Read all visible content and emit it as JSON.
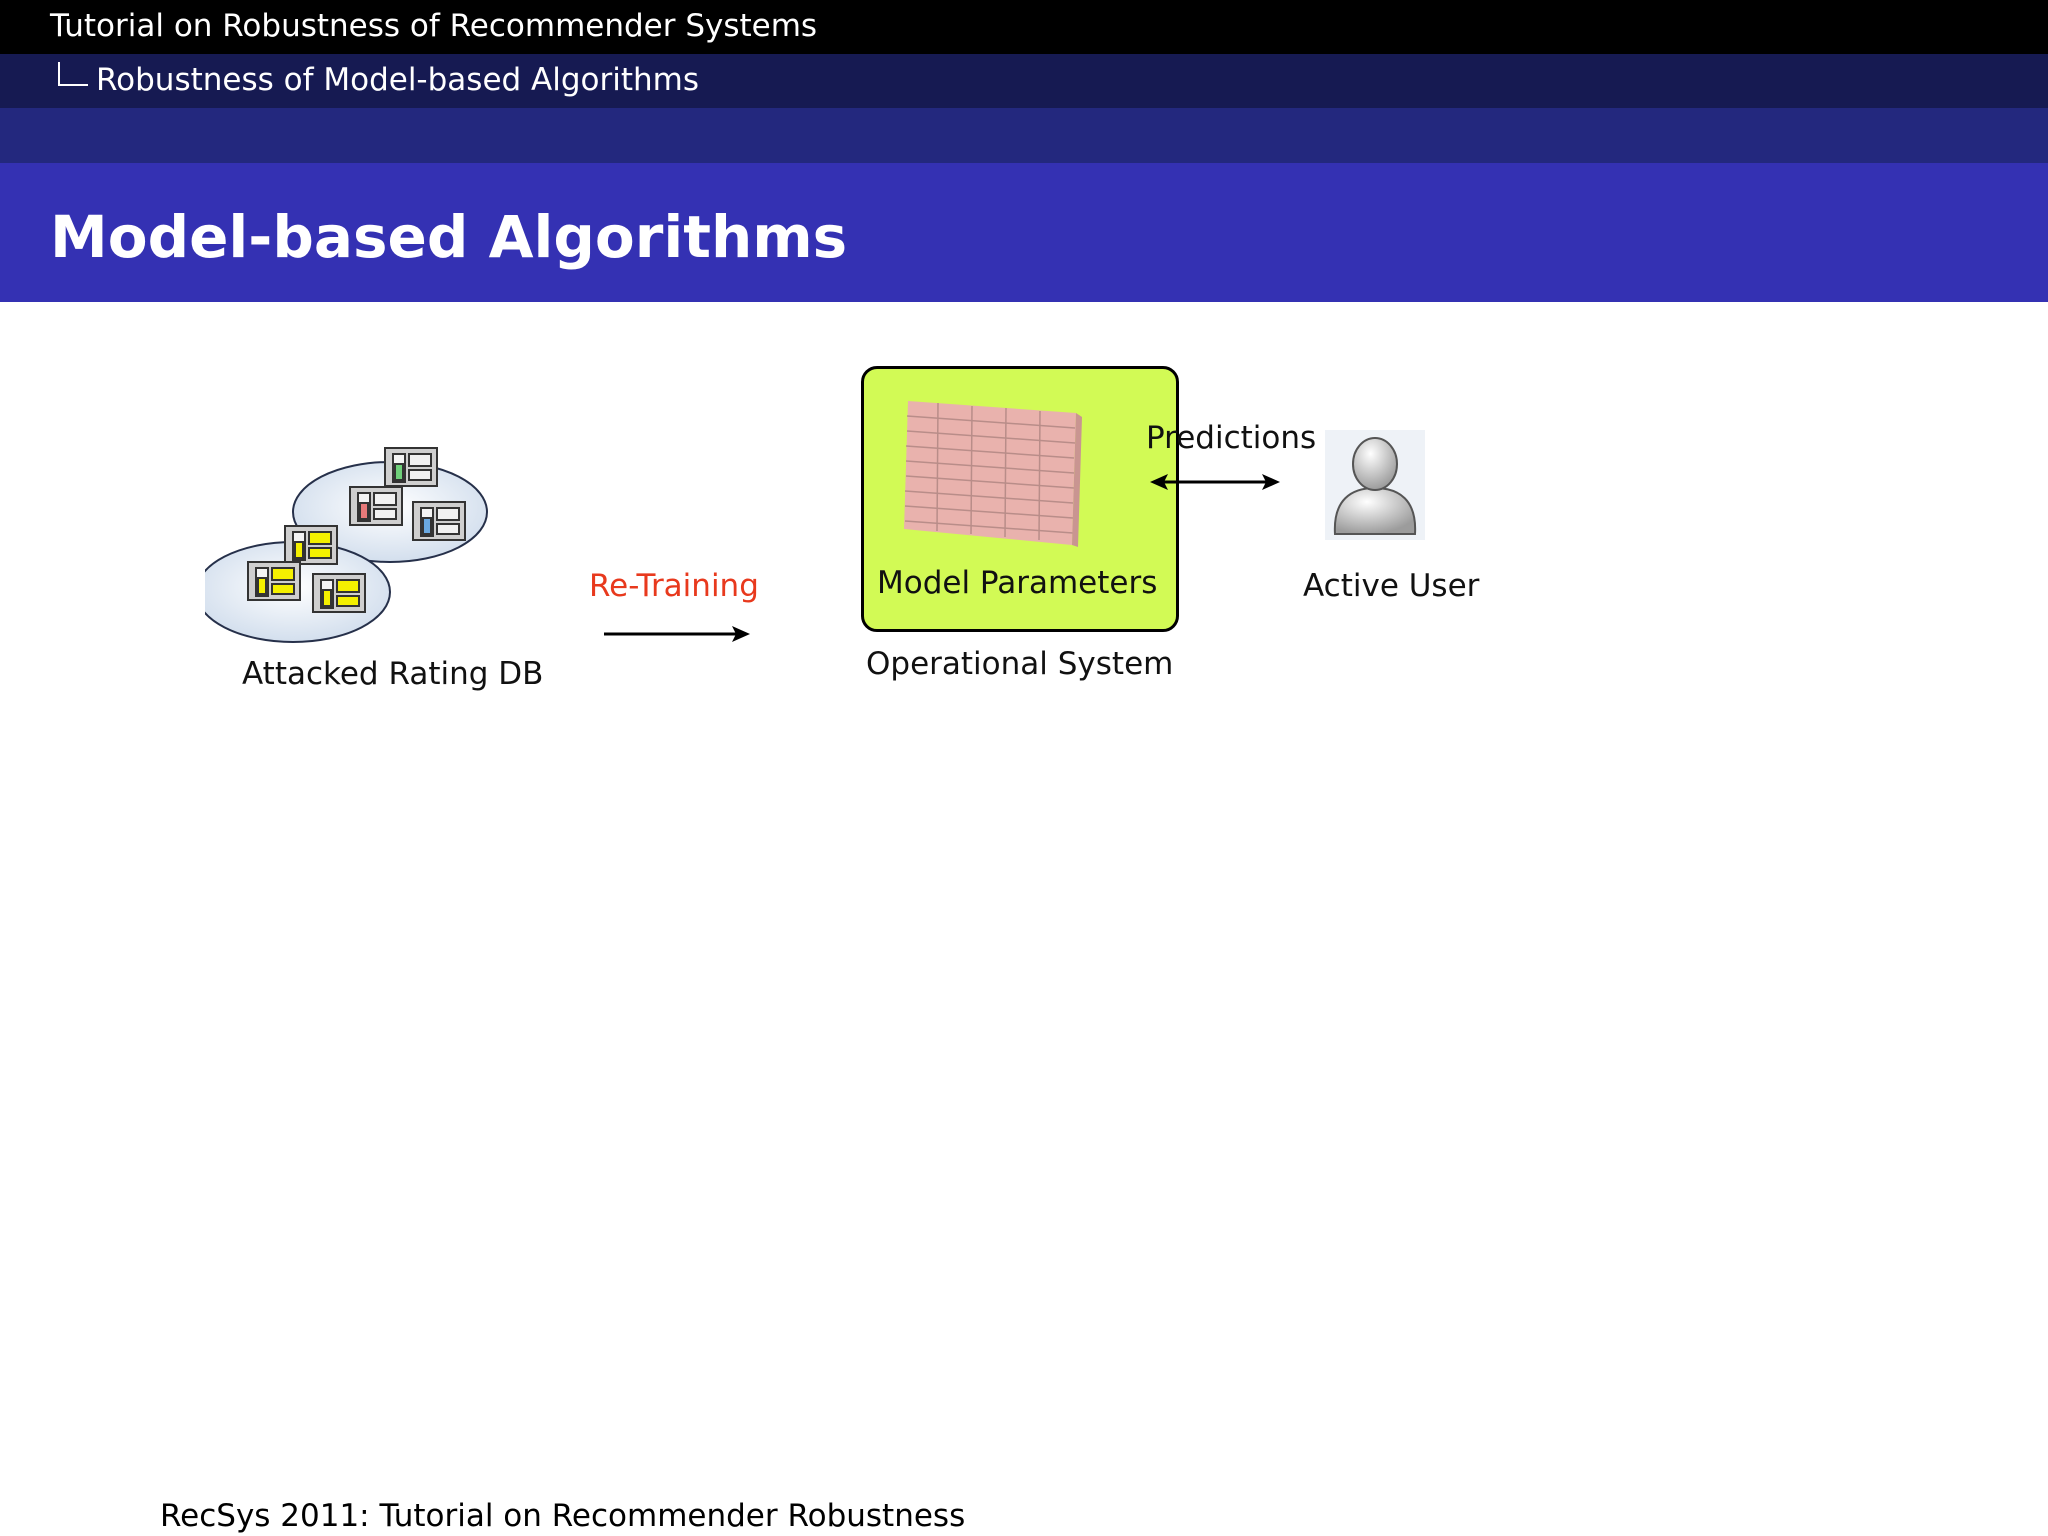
{
  "header": {
    "title": "Tutorial on Robustness of Recommender Systems",
    "section": "Robustness of Model-based Algorithms"
  },
  "slide": {
    "title": "Model-based Algorithms"
  },
  "diagram": {
    "db_label": "Attacked Rating DB",
    "retraining_label": "Re-Training",
    "model_label": "Model Parameters",
    "system_label": "Operational System",
    "predictions_label": "Predictions",
    "user_label": "Active User"
  },
  "colors": {
    "header_top": "#000000",
    "header_section": "#161a52",
    "header_band": "#23287e",
    "title_bar": "#3431b3",
    "model_box": "#d2fa55",
    "retraining_text": "#e8391d"
  },
  "footer": {
    "text": "RecSys 2011:  Tutorial on Recommender Robustness"
  }
}
